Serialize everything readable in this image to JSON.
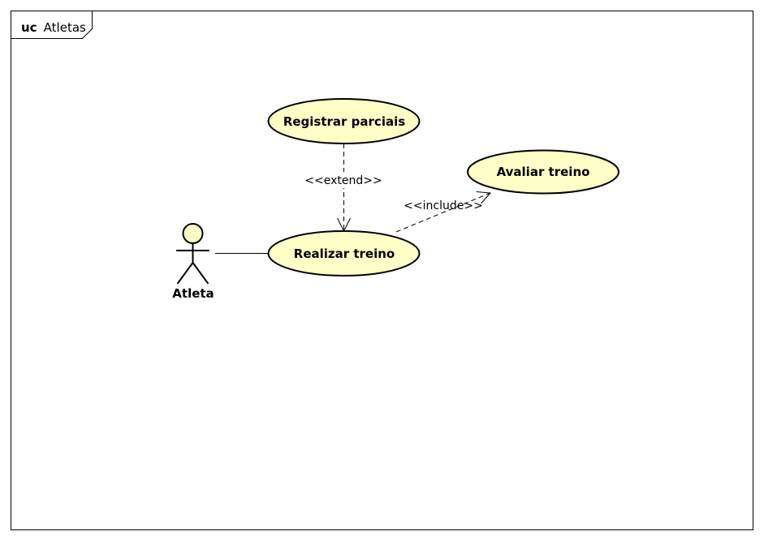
{
  "diagram": {
    "type": "uml-use-case",
    "frame": {
      "keyword": "uc",
      "name": "Atletas"
    },
    "colors": {
      "use_case_fill": "#FFFFC8",
      "actor_fill": "#FFFFC8",
      "stroke": "#000000",
      "background": "#FFFFFF"
    },
    "actors": [
      {
        "id": "atleta",
        "label": "Atleta"
      }
    ],
    "use_cases": [
      {
        "id": "registrar",
        "label": "Registrar parciais"
      },
      {
        "id": "realizar",
        "label": "Realizar treino"
      },
      {
        "id": "avaliar",
        "label": "Avaliar treino"
      }
    ],
    "relationships": [
      {
        "from": "atleta",
        "to": "realizar",
        "kind": "association",
        "label": ""
      },
      {
        "from": "registrar",
        "to": "realizar",
        "kind": "extend",
        "label": "<<extend>>"
      },
      {
        "from": "realizar",
        "to": "avaliar",
        "kind": "include",
        "label": "<<include>>"
      }
    ]
  }
}
